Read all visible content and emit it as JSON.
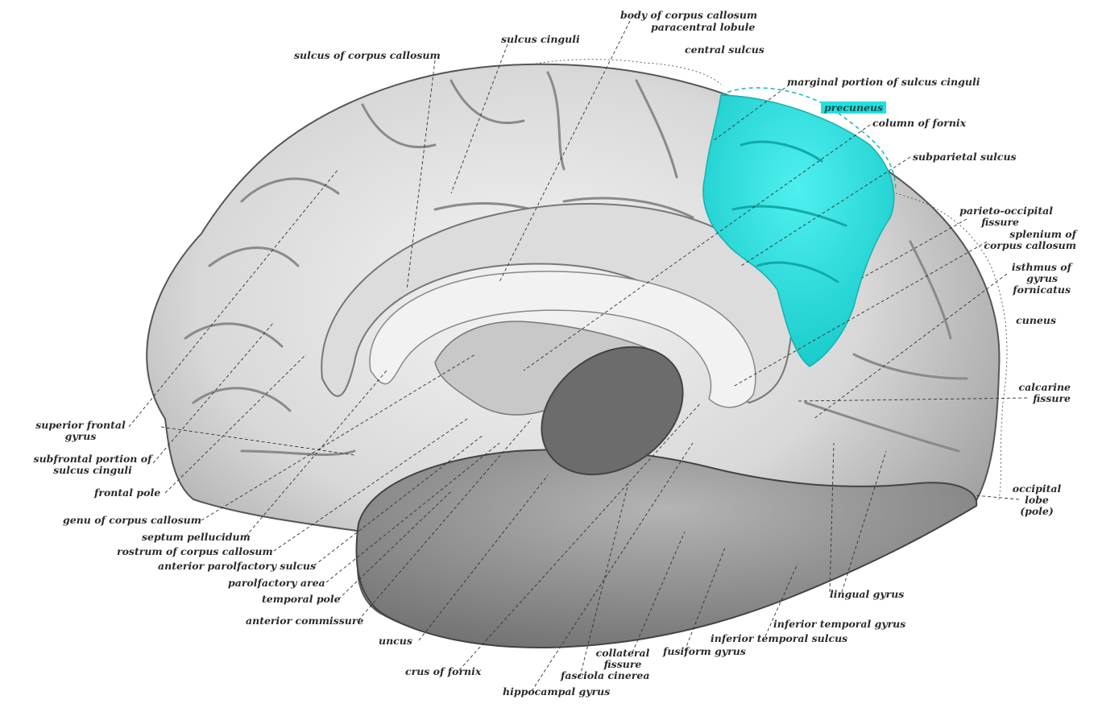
{
  "highlight_color": "#22e0df",
  "brain_colors": {
    "cortex_light": "#e9e9e9",
    "cortex_mid": "#bdbdbd",
    "cortex_dark": "#8c8c8c",
    "temporal": "#8f8f8f",
    "cavity": "#6a6a6a",
    "line": "#333333"
  },
  "highlighted_region": "precuneus",
  "labels": {
    "body_of_corpus_callosum": "body of corpus callosum",
    "paracentral_lobule": "paracentral lobule",
    "sulcus_cinguli": "sulcus cinguli",
    "central_sulcus": "central sulcus",
    "sulcus_of_corpus_callosum": "sulcus of corpus callosum",
    "marginal_portion": "marginal portion of sulcus cinguli",
    "precuneus": "precuneus",
    "column_of_fornix": "column of fornix",
    "subparietal_sulcus": "subparietal sulcus",
    "parieto_occipital_1": "parieto-occipital",
    "parieto_occipital_2": "fissure",
    "splenium_1": "splenium of",
    "splenium_2": "corpus callosum",
    "isthmus_1": "isthmus of",
    "isthmus_2": "gyrus",
    "isthmus_3": "fornicatus",
    "cuneus": "cuneus",
    "calcarine_1": "calcarine",
    "calcarine_2": "fissure",
    "occipital_1": "occipital",
    "occipital_2": "lobe",
    "occipital_3": "(pole)",
    "superior_frontal_1": "superior frontal",
    "superior_frontal_2": "gyrus",
    "subfrontal_1": "subfrontal portion of",
    "subfrontal_2": "sulcus cinguli",
    "frontal_pole": "frontal pole",
    "genu": "genu of corpus callosum",
    "septum_pellucidum": "septum pellucidum",
    "rostrum": "rostrum of corpus callosum",
    "anterior_parolfactory": "anterior parolfactory sulcus",
    "parolfactory_area": "parolfactory area",
    "temporal_pole": "temporal pole",
    "anterior_commissure": "anterior commissure",
    "uncus": "uncus",
    "crus_of_fornix": "crus of fornix",
    "hippocampal_gyrus": "hippocampal gyrus",
    "fasciola_cinerea": "fasciola cinerea",
    "collateral_1": "collateral",
    "collateral_2": "fissure",
    "fusiform_gyrus": "fusiform gyrus",
    "inferior_temporal_sulcus": "inferior temporal sulcus",
    "inferior_temporal_gyrus": "inferior temporal gyrus",
    "lingual_gyrus": "lingual gyrus"
  }
}
